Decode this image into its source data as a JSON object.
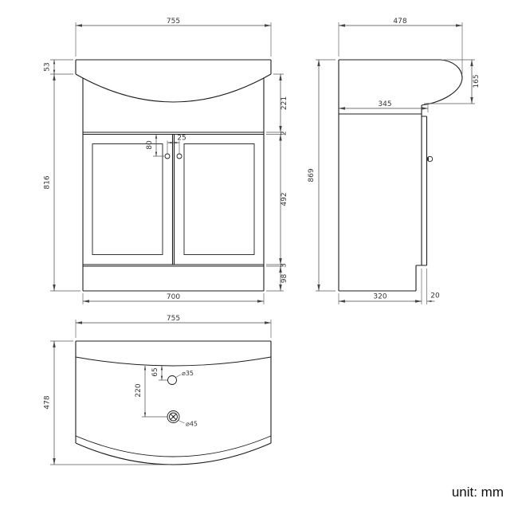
{
  "meta": {
    "unit_label": "unit: mm"
  },
  "front_view": {
    "total_width": "755",
    "basin_rim_height": "53",
    "body_height": "816",
    "basin_to_counter": "221",
    "counter_lip": "2",
    "door_height": "492",
    "door_clearance": "3",
    "plinth_height": "98",
    "cabinet_width": "700",
    "handle_drop": "80",
    "handle_spacing": "25"
  },
  "side_view": {
    "total_depth": "478",
    "basin_front_height": "165",
    "basin_depth": "345",
    "total_height": "869",
    "cabinet_depth": "320",
    "door_thickness": "20"
  },
  "plan_view": {
    "total_width": "755",
    "total_depth": "478",
    "tap_setback": "65",
    "drain_setback": "220",
    "tap_hole_diameter": "⌀35",
    "waste_hole_diameter": "⌀45"
  }
}
